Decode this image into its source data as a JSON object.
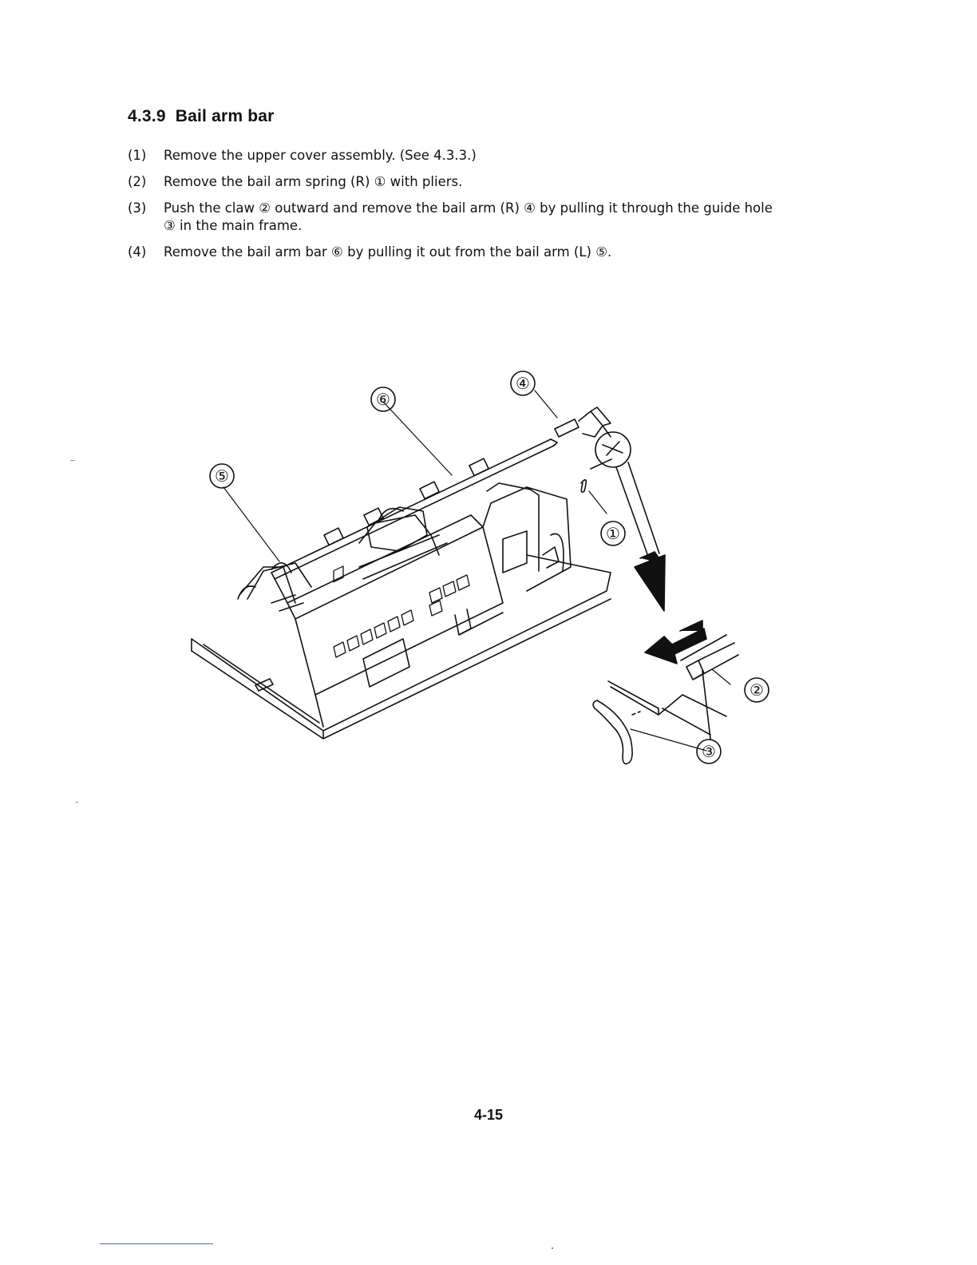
{
  "section": {
    "number": "4.3.9",
    "title": "Bail arm bar"
  },
  "steps": [
    {
      "index": "(1)",
      "text": "Remove the upper cover assembly.  (See 4.3.3.)"
    },
    {
      "index": "(2)",
      "text": "Remove the bail arm spring (R) ① with pliers."
    },
    {
      "index": "(3)",
      "text": "Push the claw ② outward and remove the bail arm (R) ④ by pulling it through the guide hole",
      "text2": "③ in the main frame."
    },
    {
      "index": "(4)",
      "text": "Remove the bail arm bar ⑥ by pulling it out from the bail arm (L) ⑤."
    }
  ],
  "figure": {
    "callouts": {
      "c1": "①",
      "c2": "②",
      "c3": "③",
      "c4": "④",
      "c5": "⑤",
      "c6": "⑥"
    }
  },
  "footer": {
    "page_number": "4-15"
  }
}
